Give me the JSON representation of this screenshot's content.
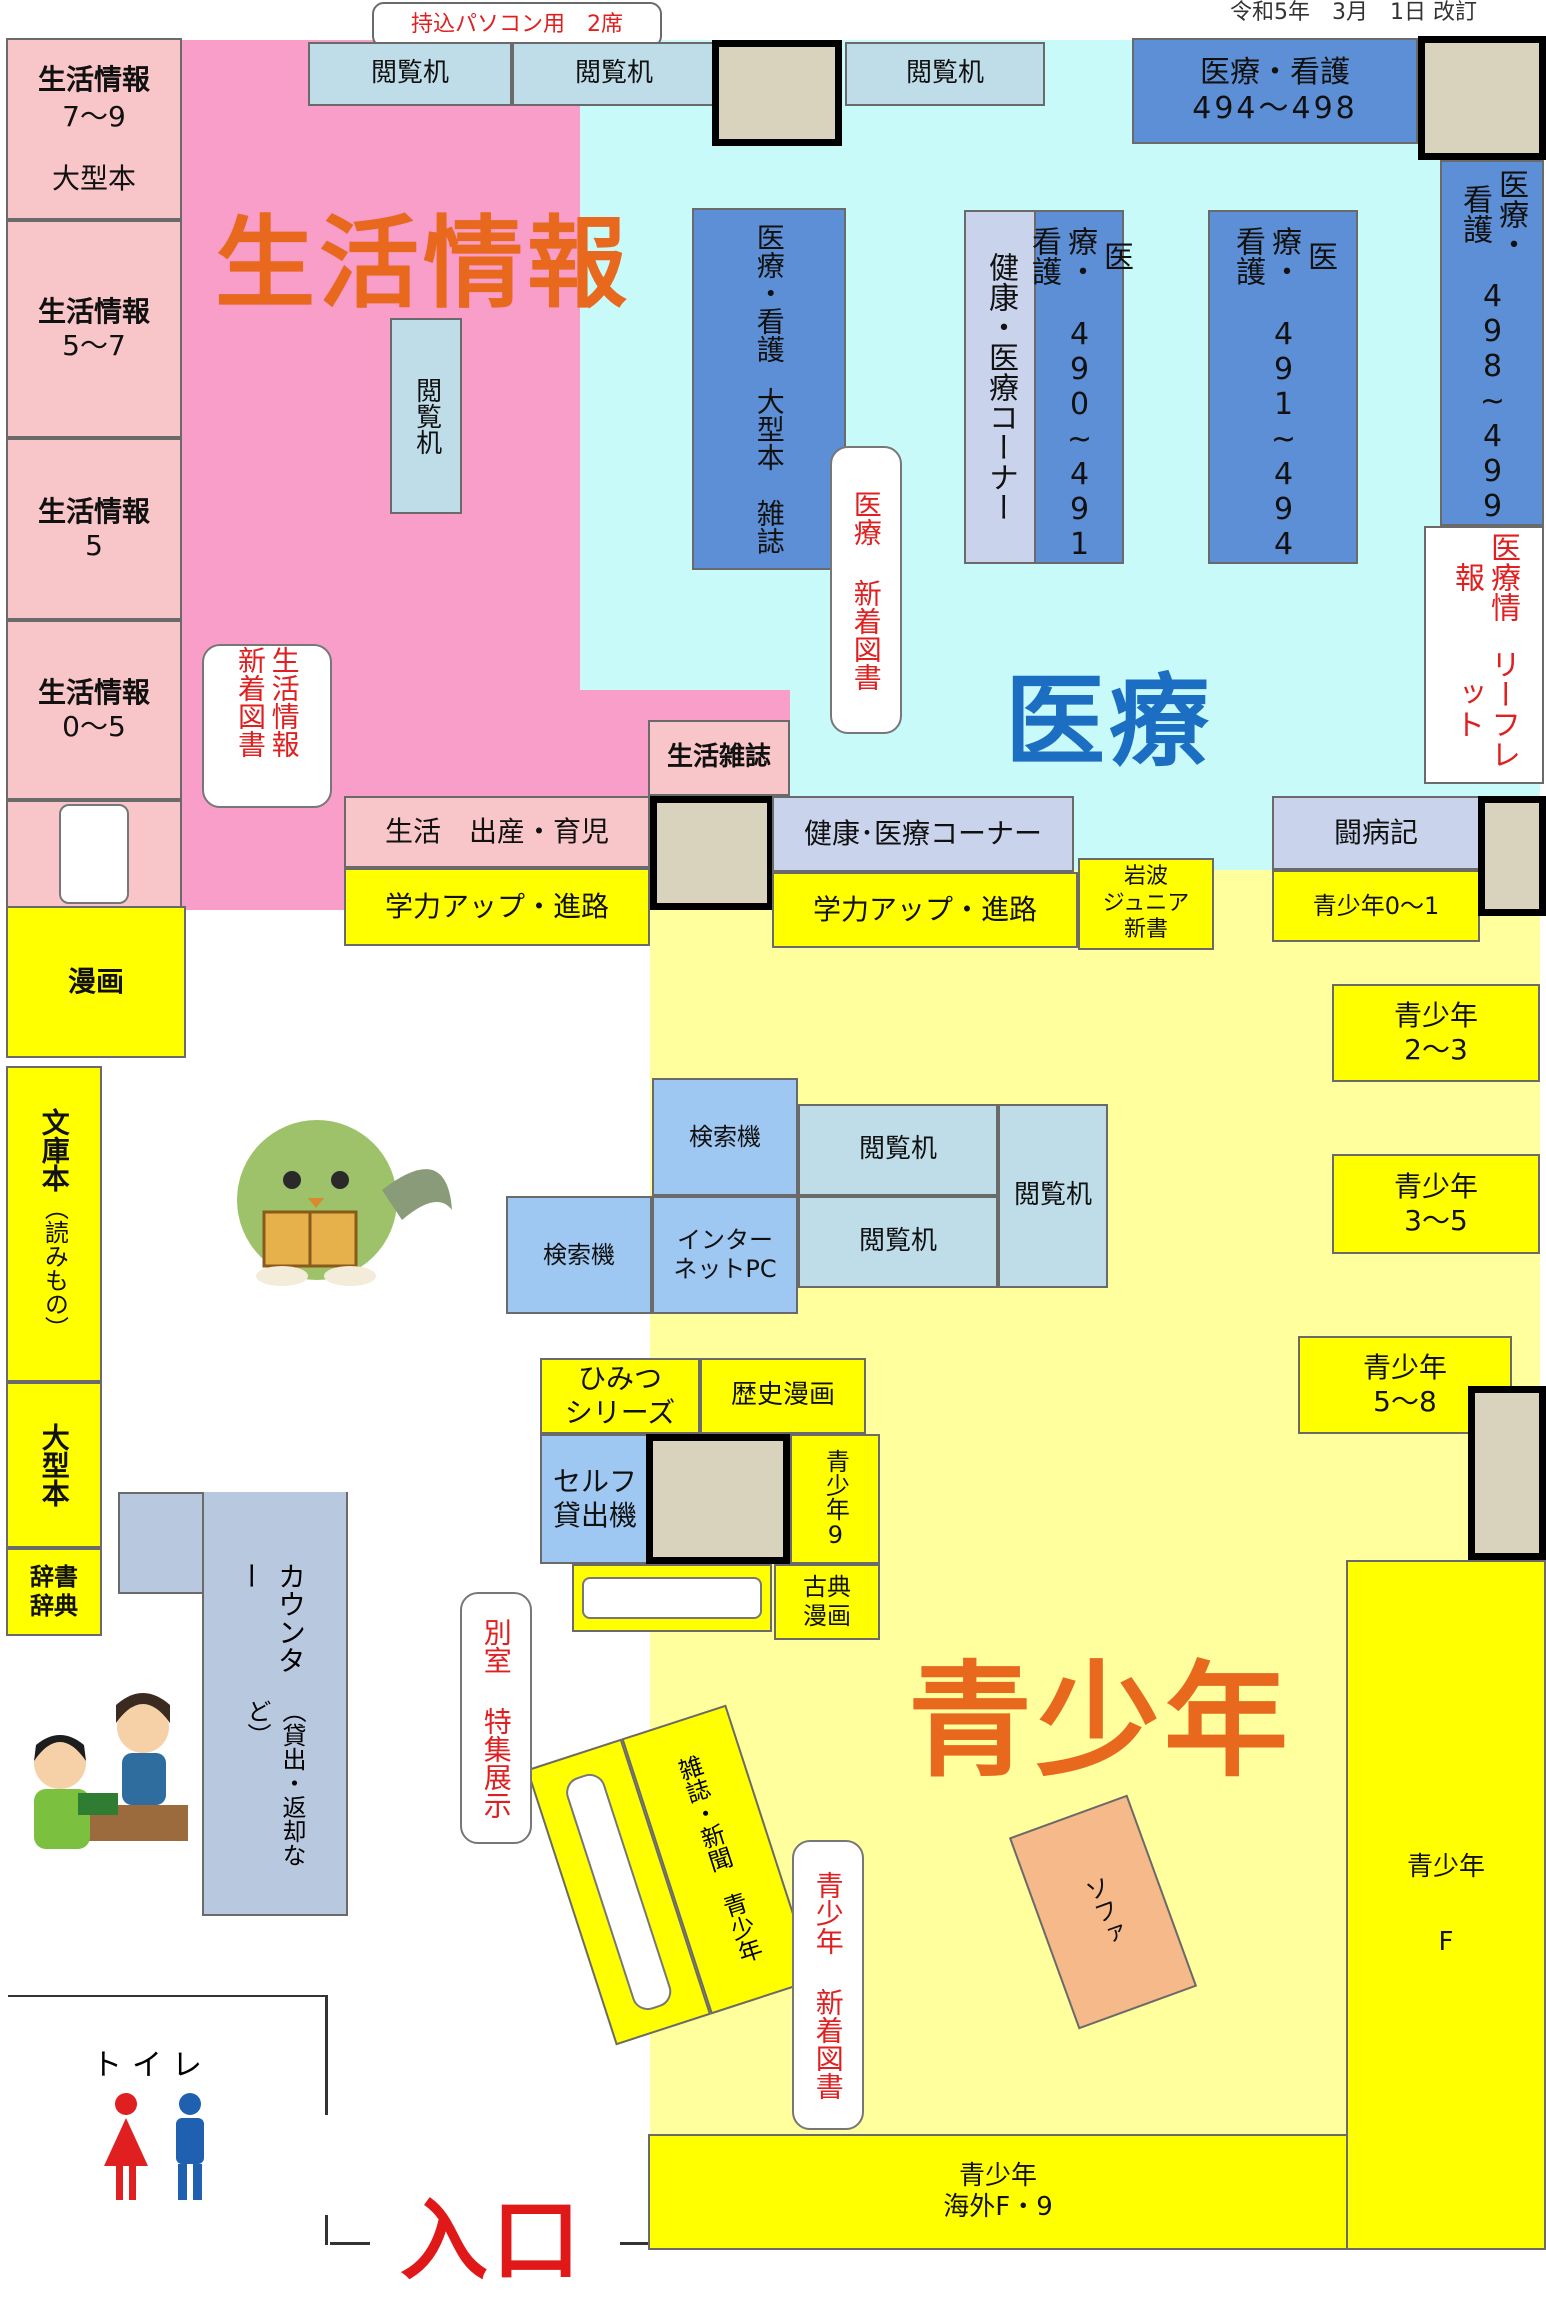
{
  "header": {
    "revision": "令和5年　3月　1日 改訂",
    "pc_seats_tag": "持込パソコン用　2席"
  },
  "zones": {
    "lifestyle_title": "生活情報",
    "medical_title": "医療",
    "youth_title": "青少年",
    "entrance": "入口",
    "toilet": "トイレ"
  },
  "lifestyle_shelves": {
    "s79_a": "生活情報",
    "s79_b": "7～9",
    "s79_c": "大型本",
    "s57_a": "生活情報",
    "s57_b": "5～7",
    "s5_a": "生活情報",
    "s5_b": "5",
    "s05_a": "生活情報",
    "s05_b": "0～5",
    "reading_desk_vert": "閲覧机",
    "magazine": "生活雑誌",
    "birth_childcare": "生活　出産・育児",
    "study_up_1": "学力アップ・進路"
  },
  "top_row": {
    "desk1": "閲覧机",
    "desk2": "閲覧机",
    "desk3": "閲覧机",
    "med494_a": "医療・看護",
    "med494_b": "494～498"
  },
  "medical_shelves": {
    "big_mag_a": "医療・看護",
    "big_mag_b": "大型本　雑誌",
    "health_corner_vert": "健康・医療コーナー",
    "med490_a": "医療・看護",
    "med490_b": "490~491",
    "med491_a": "医療・看護",
    "med491_b": "491~494",
    "med498_a": "医療・看護",
    "med498_b": "498~499",
    "leaflet_a": "医療情報",
    "leaflet_b": "リーフレット",
    "health_corner": "健康･医療コーナー",
    "study_up_2": "学力アップ・進路",
    "iwanami_a": "岩波",
    "iwanami_b": "ジュニア",
    "iwanami_c": "新書",
    "struggle": "闘病記",
    "youth01": "青少年0～1"
  },
  "left_column": {
    "manga": "漫画",
    "bunko_a": "文庫本",
    "bunko_b": "（読みもの）",
    "large_a": "大型本",
    "dict_a": "辞書",
    "dict_b": "辞典",
    "counter_a": "カウンター",
    "counter_b": "（貸出・返却など）"
  },
  "youth_area": {
    "search1": "検索機",
    "search2": "検索機",
    "internet_a": "インター",
    "internet_b": "ネットPC",
    "desk_a": "閲覧机",
    "desk_b": "閲覧机",
    "desk_c": "閲覧机",
    "himitsu_a": "ひみつ",
    "himitsu_b": "シリーズ",
    "history_manga": "歴史漫画",
    "self_a": "セルフ",
    "self_b": "貸出機",
    "youth9": "青少年9",
    "classics_a": "古典",
    "classics_b": "漫画",
    "youth23_a": "青少年",
    "youth23_b": "2～3",
    "youth35_a": "青少年",
    "youth35_b": "3～5",
    "youth58_a": "青少年",
    "youth58_b": "5～8",
    "youthF_a": "青少年",
    "youthF_b": "F",
    "sofa": "ソファ",
    "mag_news": "雑誌・新聞　青少年",
    "overseas_a": "青少年",
    "overseas_b": "海外F・9"
  },
  "bubbles": {
    "life_new": "生活情報 新着図書",
    "med_new": "医療 新着図書",
    "annex": "別室 特集展示",
    "youth_new": "青少年 新着図書"
  },
  "colors": {
    "lifestyle_zone": "#f99dc9",
    "medical_zone": "#c8fafa",
    "youth_zone": "#ffff9e",
    "lifestyle_title": "#e8681e",
    "medical_title": "#1c6ec2",
    "youth_title": "#e8681e",
    "entrance": "#e01818"
  }
}
